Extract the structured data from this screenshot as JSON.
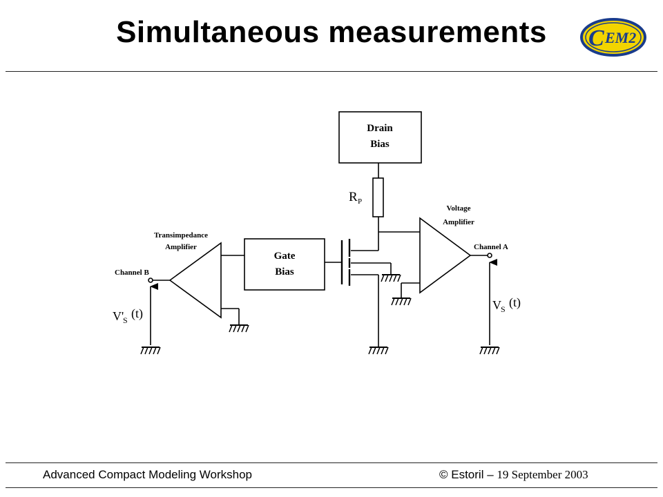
{
  "slide": {
    "title": "Simultaneous measurements"
  },
  "logo": {
    "text": "EM2",
    "letter": "C",
    "ring_color": "#1a3c8c",
    "fill_color": "#f2d400"
  },
  "diagram": {
    "blocks": {
      "drain_bias_line1": "Drain",
      "drain_bias_line2": "Bias",
      "gate_bias_line1": "Gate",
      "gate_bias_line2": "Bias"
    },
    "labels": {
      "resistor_main": "R",
      "resistor_sub": "P",
      "voltage_amp_line1": "Voltage",
      "voltage_amp_line2": "Amplifier",
      "transimpedance_line1": "Transimpedance",
      "transimpedance_line2": "Amplifier",
      "channel_a": "Channel A",
      "channel_b": "Channel B",
      "vs_main": "V",
      "vs_sub": "S",
      "vs_arg": "(t)",
      "vps_main": "V'",
      "vps_sub": "S",
      "vps_arg": "(t)"
    }
  },
  "footer": {
    "workshop": "Advanced Compact Modeling Workshop",
    "copyright": "© Estoril –",
    "date": "19 September 2003"
  }
}
